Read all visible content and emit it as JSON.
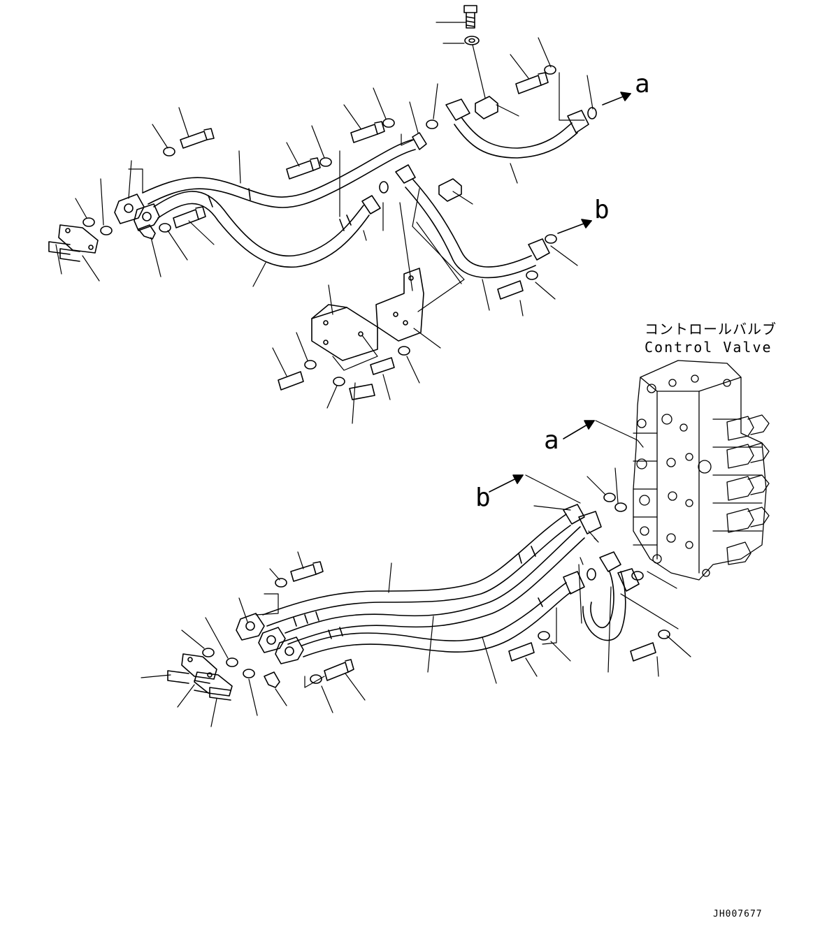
{
  "callouts": {
    "a_top": "a",
    "b_top": "b",
    "a_bottom": "a",
    "b_bottom": "b"
  },
  "control_valve": {
    "label_jp": "コントロールバルブ",
    "label_en": "Control Valve"
  },
  "drawing_number": "JH007677"
}
